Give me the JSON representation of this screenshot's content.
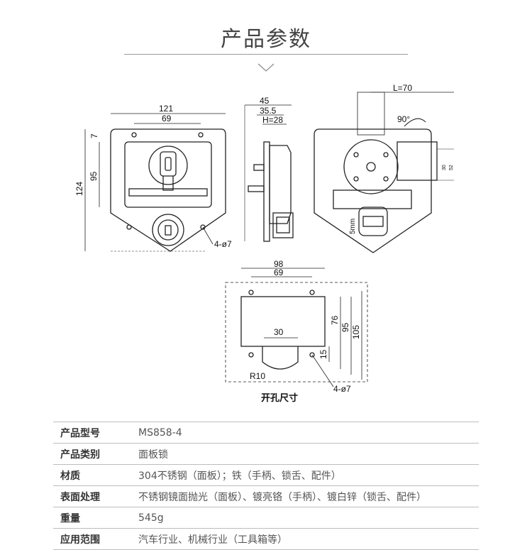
{
  "header": {
    "title": "产品参数"
  },
  "drawing": {
    "front": {
      "width_outer": "121",
      "width_inner": "69",
      "height_total": "124",
      "height_inner": "95",
      "offset": "7",
      "holes": "4-ø7"
    },
    "side": {
      "d45": "45",
      "d35": "35.5",
      "h": "H=28"
    },
    "back": {
      "length": "L=70",
      "angle": "90°",
      "d30": "30",
      "d52": "52",
      "tongue": "5mm"
    },
    "cutout": {
      "w98": "98",
      "w69": "69",
      "w30": "30",
      "h76": "76",
      "h95": "95",
      "h105": "105",
      "h15": "15",
      "radius": "R10",
      "holes": "4-ø7",
      "caption": "开孔尺寸"
    }
  },
  "specs": [
    {
      "label": "产品型号",
      "value": "MS858-4"
    },
    {
      "label": "产品类别",
      "value": "面板锁"
    },
    {
      "label": "材质",
      "value": "304不锈钢（面板）；铁（手柄、锁舌、配件）"
    },
    {
      "label": "表面处理",
      "value": "不锈钢镜面抛光（面板）、镀亮铬（手柄）、镀白锌（锁舌、配件）"
    },
    {
      "label": "重量",
      "value": "545g"
    },
    {
      "label": "应用范围",
      "value": "汽车行业、机械行业（工具箱等）"
    }
  ]
}
